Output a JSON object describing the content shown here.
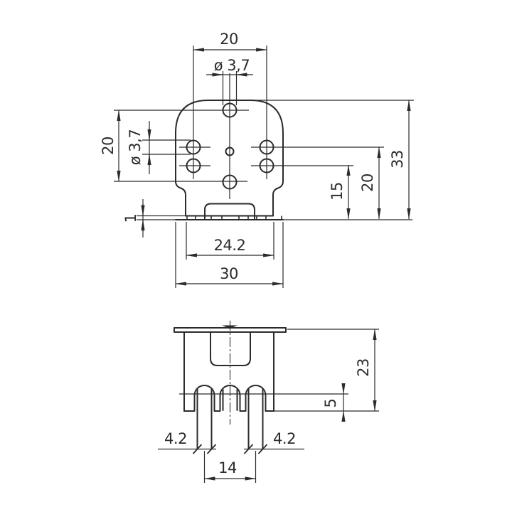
{
  "drawing": {
    "background_color": "#ffffff",
    "line_color": "#2b2b2b",
    "front_view": {
      "dimensions": {
        "hole_columns_spacing": "20",
        "top_hole_diameter": "ø 3,7",
        "hole_rows_spacing": "20",
        "side_hole_diameter": "ø 3,7",
        "overall_height": "33",
        "upper_holes_to_base": "20",
        "lower_holes_to_base": "15",
        "base_lip_thickness": "1",
        "neck_width": "24.2",
        "overall_width": "30"
      }
    },
    "side_view": {
      "dimensions": {
        "body_height": "23",
        "pin_shoulder_height": "5",
        "pin_width_left": "4.2",
        "pin_width_right": "4.2",
        "pin_center_spacing": "14"
      }
    }
  }
}
